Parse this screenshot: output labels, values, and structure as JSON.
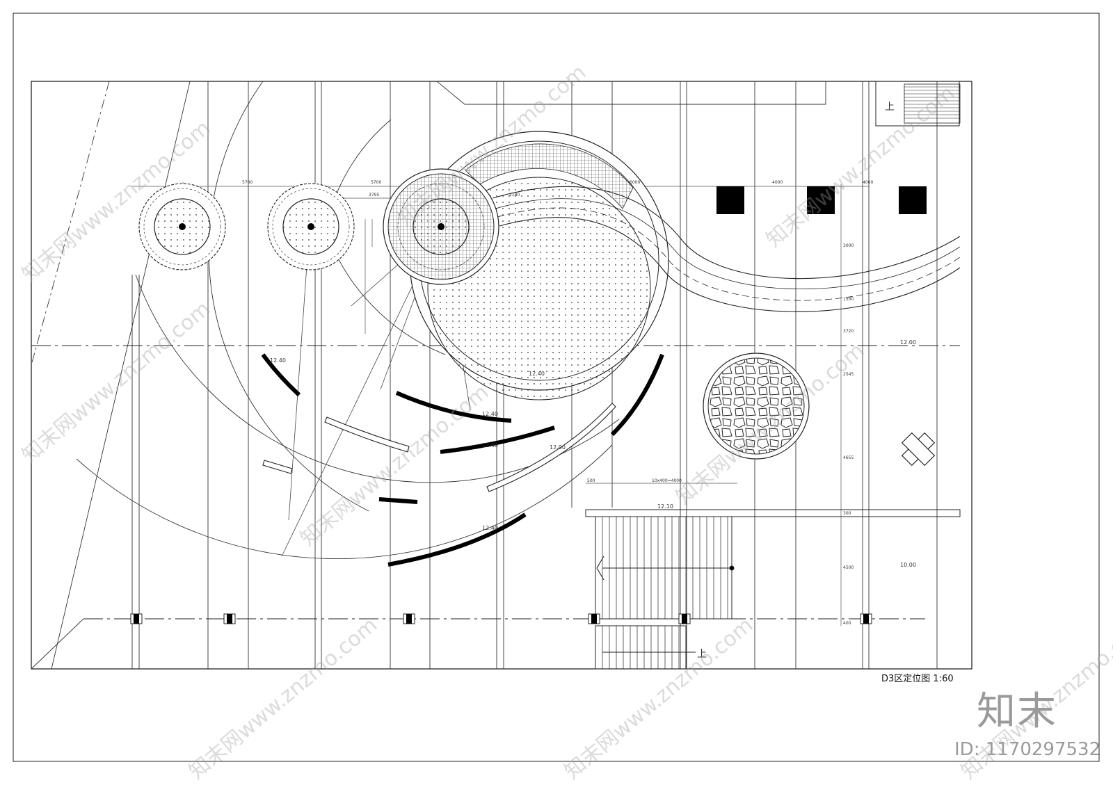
{
  "drawing": {
    "title": "D3区定位图 1:60",
    "id_label": "ID: 1170297532",
    "logo_text": "知末"
  },
  "watermark": {
    "text": "知末网www.znzmo.com"
  },
  "labels": {
    "elev_1240_a": "12.40",
    "elev_1240_b": "12.40",
    "elev_1240_c": "12.40",
    "elev_1240_d": "12.40",
    "elev_1240_e": "12.40",
    "elev_1200_a": "12.00",
    "elev_1200_b": "12.00",
    "elev_1210": "12.10",
    "elev_1000": "10.00",
    "stair_up_top": "上",
    "stair_up_bottom": "上",
    "dim_5700_a": "5700",
    "dim_5700_b": "5700",
    "dim_3795": "3795",
    "dim_6000": "6000",
    "dim_4000_a": "4000",
    "dim_4000_b": "4000",
    "dim_500": "500",
    "dim_step": "10x400=4000",
    "dim_2180": "2180",
    "dim_1500": "1500",
    "dim_3000": "3000",
    "dim_3720": "3720",
    "dim_2545": "2545",
    "dim_4655": "4655",
    "dim_300": "300",
    "dim_4500": "4500",
    "dim_400": "400"
  }
}
